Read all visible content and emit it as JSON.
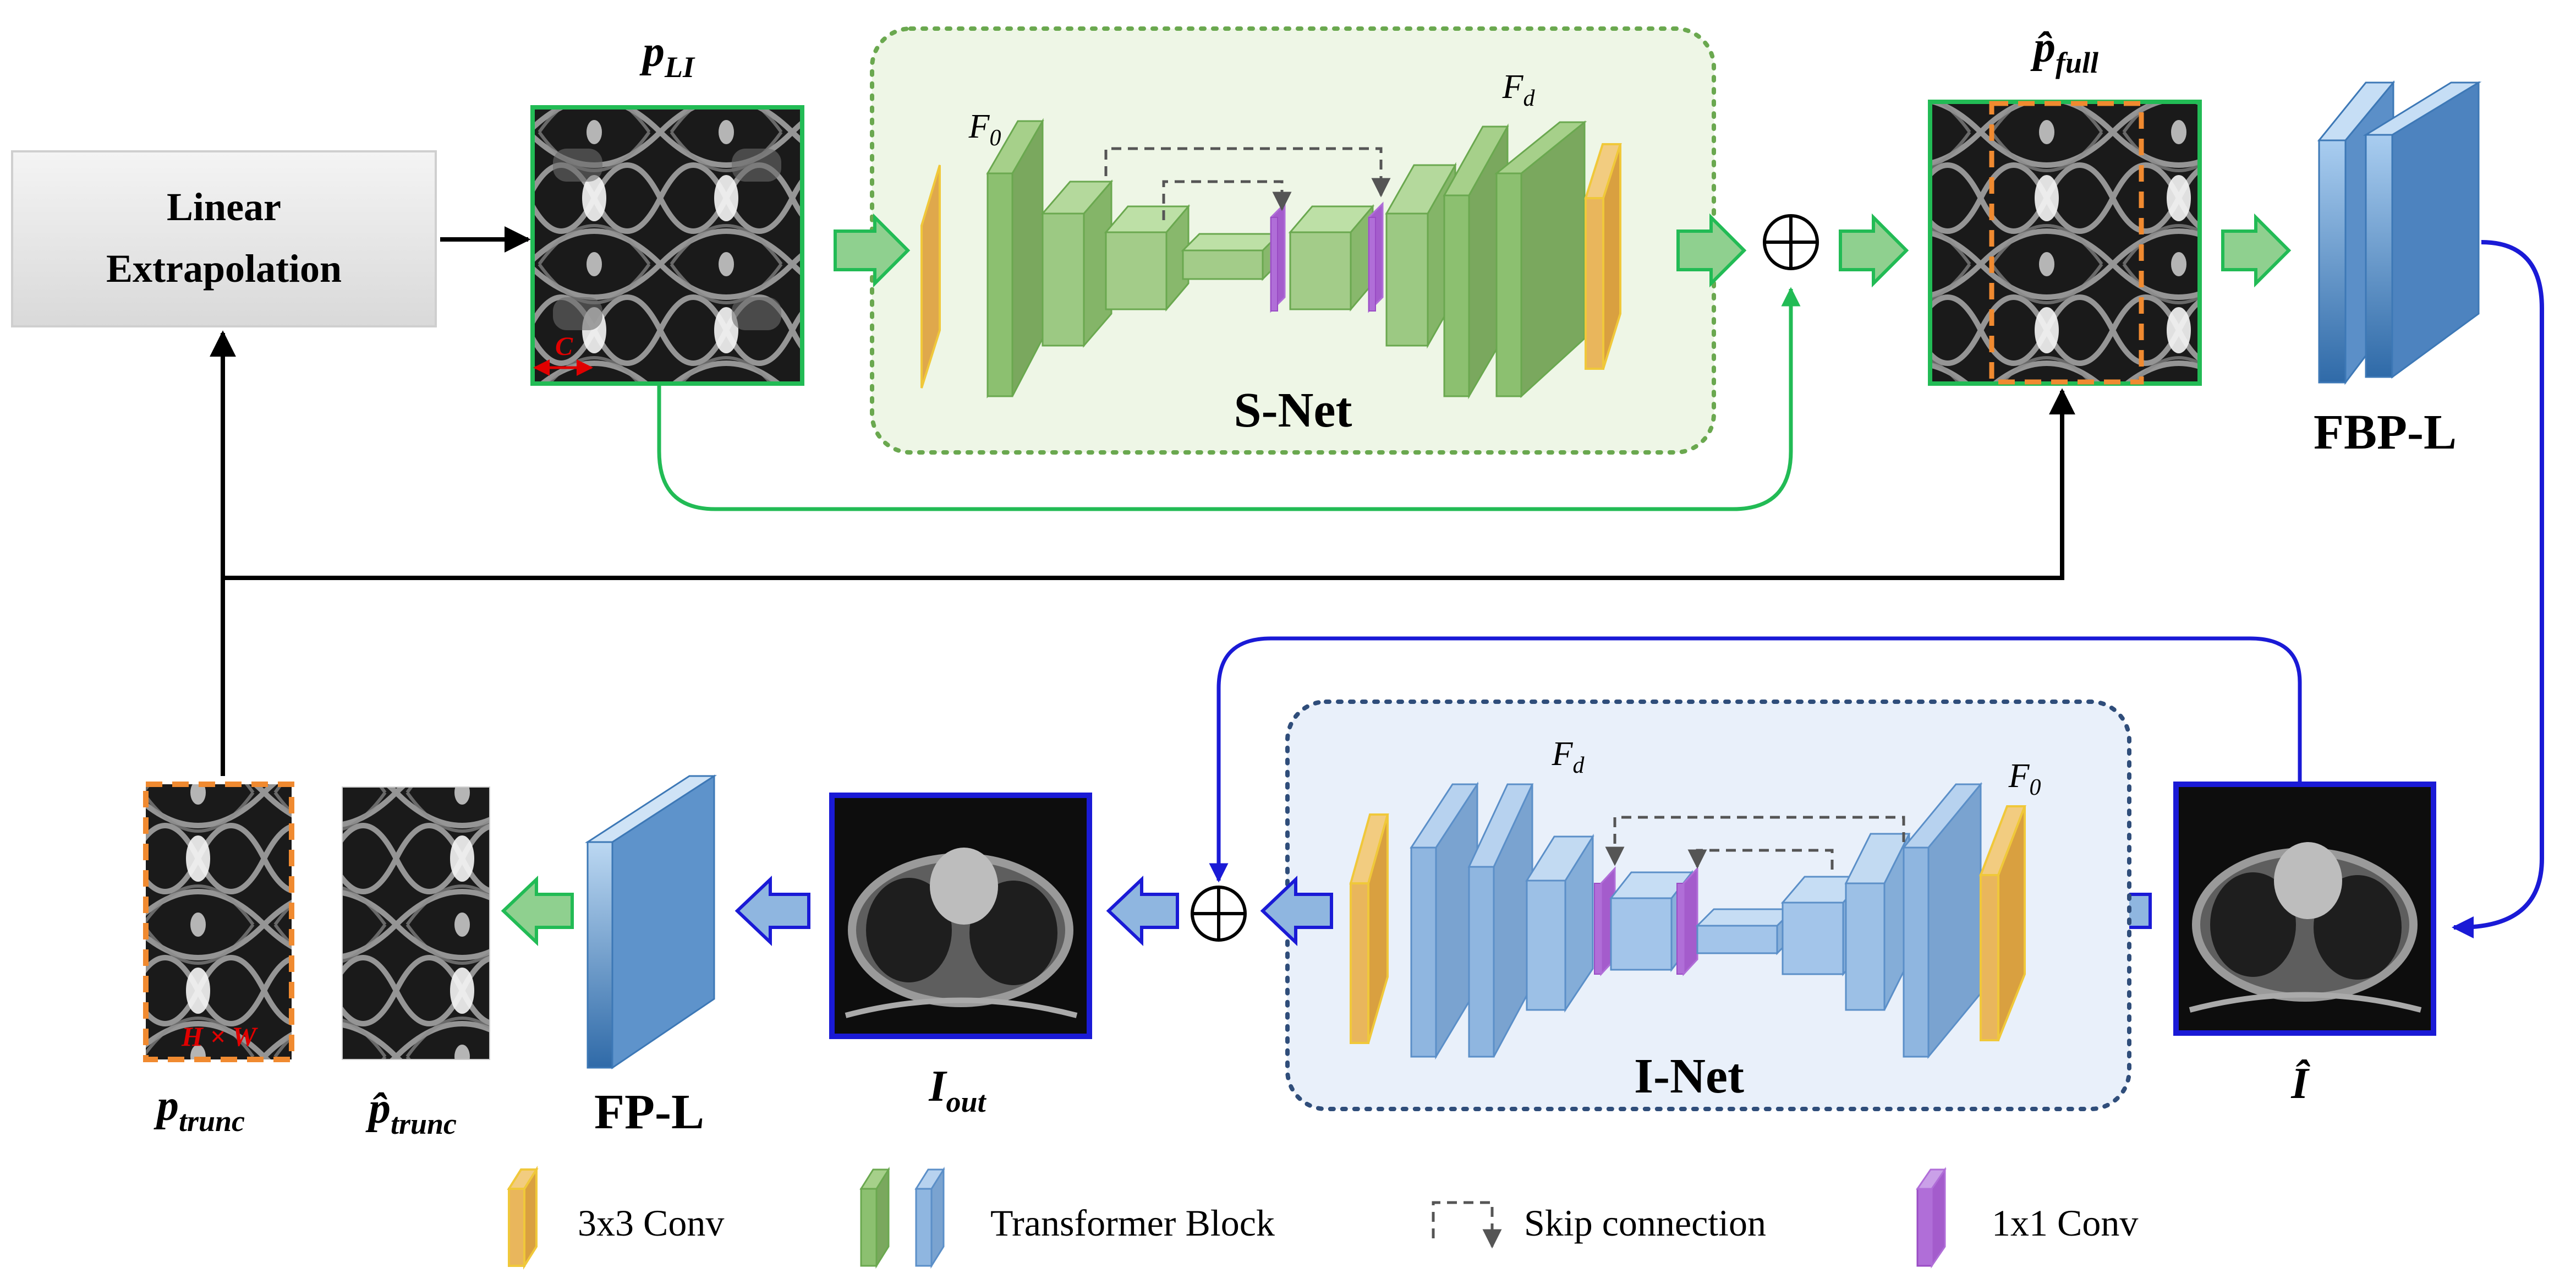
{
  "labels": {
    "linear_extrapolation_line1": "Linear",
    "linear_extrapolation_line2": "Extrapolation",
    "s_net": "S-Net",
    "i_net": "I-Net",
    "fbp_l": "FBP-L",
    "fp_l": "FP-L",
    "f0": "F",
    "f0_sub": "0",
    "fd": "F",
    "fd_sub": "d",
    "c_marker": "C",
    "hw_marker": "H × W",
    "p_li_base": "p",
    "p_li_sub": "LI",
    "p_full_base": "p̂",
    "p_full_sub": "full",
    "p_trunc_base": "p",
    "p_trunc_sub": "trunc",
    "p_hat_trunc_base": "p̂",
    "p_hat_trunc_sub": "trunc",
    "i_out_base": "I",
    "i_out_sub": "out",
    "i_hat": "Î",
    "oplus": "⊕"
  },
  "legend": {
    "conv3": "3x3 Conv",
    "transformer": "Transformer Block",
    "skip": "Skip connection",
    "conv1": "1x1 Conv"
  },
  "colors": {
    "green_line": "#22bb55",
    "blue_line": "#1a1ad6",
    "conv3_fill": "#e9b65c",
    "green_block": "#8cc070",
    "blue_block": "#8fb6e0",
    "purple_block": "#b06ed8",
    "snet_bg": "#eef6e6",
    "inet_bg": "#e9f0fa"
  }
}
